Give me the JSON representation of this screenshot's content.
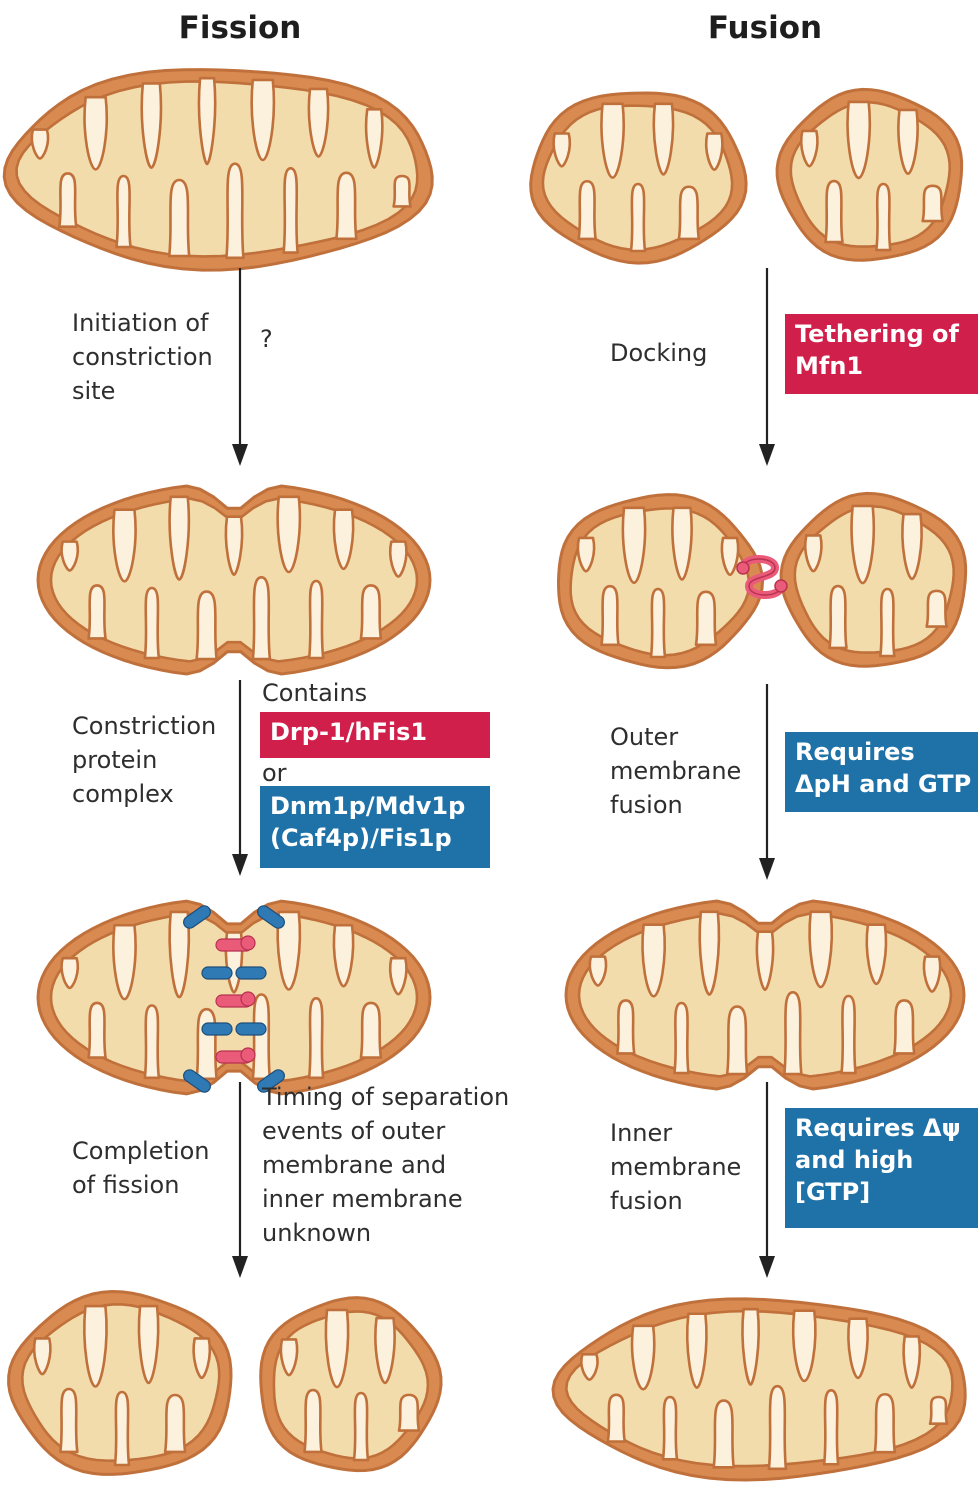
{
  "colors": {
    "outer_membrane": "#c0703b",
    "matrix": "#f3dcab",
    "inner_membrane_fill": "#fbf1dc",
    "red_box": "#d01f4a",
    "blue_box": "#1f72a8",
    "pink_protein": "#ea5b7a",
    "blue_protein": "#2f79b5",
    "arrow": "#222222"
  },
  "fission": {
    "heading": "Fission",
    "step1_label": "Initiation of\nconstriction\nsite",
    "step1_note": "?",
    "step2_label": "Constriction\nprotein\ncomplex",
    "step2_contains": "Contains",
    "step2_box_red": "Drp-1/hFis1",
    "step2_or": "or",
    "step2_box_blue": "Dnm1p/Mdv1p\n(Caf4p)/Fis1p",
    "step3_label": "Completion\nof fission",
    "step3_note": "Timing of separation\nevents of outer\nmembrane and\ninner membrane\nunknown"
  },
  "fusion": {
    "heading": "Fusion",
    "step1_label": "Docking",
    "step1_box": "Tethering of\nMfn1",
    "step2_label": "Outer\nmembrane\nfusion",
    "step2_box": "Requires\nΔpH and GTP",
    "step3_label": "Inner\nmembrane\nfusion",
    "step3_box": "Requires Δψ\nand high\n[GTP]"
  }
}
